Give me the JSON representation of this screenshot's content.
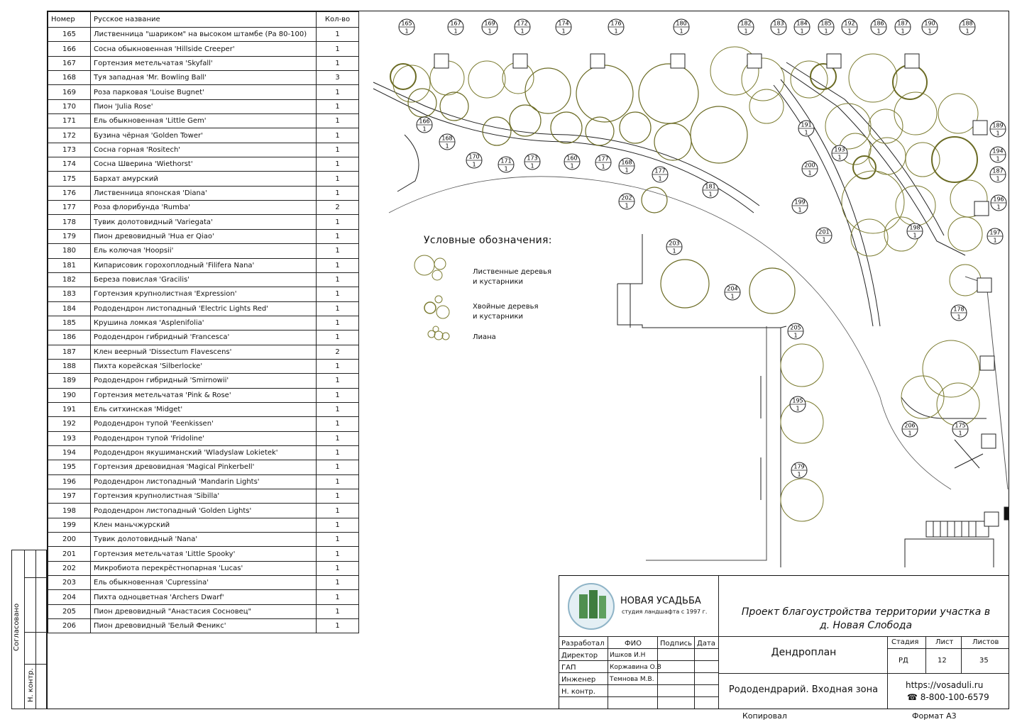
{
  "table": {
    "headers": [
      "Номер",
      "Русское название",
      "Кол-во"
    ],
    "rows": [
      [
        "165",
        "Лиственница \"шариком\" на высоком штамбе (Ра 80-100)",
        "1"
      ],
      [
        "166",
        "Сосна обыкновенная 'Hillside Creeper'",
        "1"
      ],
      [
        "167",
        "Гортензия метельчатая 'Skyfall'",
        "1"
      ],
      [
        "168",
        "Туя западная 'Mr. Bowling Ball'",
        "3"
      ],
      [
        "169",
        "Роза парковая 'Louise Bugnet'",
        "1"
      ],
      [
        "170",
        "Пион 'Julia Rose'",
        "1"
      ],
      [
        "171",
        "Ель обыкновенная 'Little Gem'",
        "1"
      ],
      [
        "172",
        "Бузина чёрная 'Golden Tower'",
        "1"
      ],
      [
        "173",
        "Сосна горная 'Rositech'",
        "1"
      ],
      [
        "174",
        "Сосна Шверина 'Wiethorst'",
        "1"
      ],
      [
        "175",
        "Бархат амурский",
        "1"
      ],
      [
        "176",
        "Лиственница японская 'Diana'",
        "1"
      ],
      [
        "177",
        "Роза флорибунда 'Rumba'",
        "2"
      ],
      [
        "178",
        "Тувик долотовидный 'Variegata'",
        "1"
      ],
      [
        "179",
        "Пион древовидный 'Hua er Qiao'",
        "1"
      ],
      [
        "180",
        "Ель колючая 'Hoopsii'",
        "1"
      ],
      [
        "181",
        "Кипарисовик горохоплодный 'Filifera Nana'",
        "1"
      ],
      [
        "182",
        "Береза повислая 'Gracilis'",
        "1"
      ],
      [
        "183",
        "Гортензия крупнолистная 'Expression'",
        "1"
      ],
      [
        "184",
        "Рододендрон листопадный 'Electric Lights Red'",
        "1"
      ],
      [
        "185",
        "Крушина ломкая 'Asplenifolia'",
        "1"
      ],
      [
        "186",
        "Рододендрон гибридный 'Francesca'",
        "1"
      ],
      [
        "187",
        "Клен веерный 'Dissectum Flavescens'",
        "2"
      ],
      [
        "188",
        "Пихта корейская 'Silberlocke'",
        "1"
      ],
      [
        "189",
        "Рододендрон гибридный 'Smirnowii'",
        "1"
      ],
      [
        "190",
        "Гортензия метельчатая 'Pink & Rose'",
        "1"
      ],
      [
        "191",
        "Ель ситхинская 'Midget'",
        "1"
      ],
      [
        "192",
        "Рододендрон тупой 'Feenkissen'",
        "1"
      ],
      [
        "193",
        "Рододендрон тупой 'Fridoline'",
        "1"
      ],
      [
        "194",
        "Рододендрон якушиманский 'Wladyslaw Lokietek'",
        "1"
      ],
      [
        "195",
        "Гортензия древовидная 'Magical Pinkerbell'",
        "1"
      ],
      [
        "196",
        "Рододендрон листопадный 'Mandarin Lights'",
        "1"
      ],
      [
        "197",
        "Гортензия крупнолистная 'Sibilla'",
        "1"
      ],
      [
        "198",
        "Рододендрон листопадный 'Golden Lights'",
        "1"
      ],
      [
        "199",
        "Клен маньчжурский",
        "1"
      ],
      [
        "200",
        "Тувик долотовидный 'Nana'",
        "1"
      ],
      [
        "201",
        "Гортензия метельчатая 'Little Spooky'",
        "1"
      ],
      [
        "202",
        "Микробиота перекрёстнопарная 'Lucas'",
        "1"
      ],
      [
        "203",
        "Ель обыкновенная 'Cupressina'",
        "1"
      ],
      [
        "204",
        "Пихта одноцветная 'Archers Dwarf'",
        "1"
      ],
      [
        "205",
        "Пион древовидный \"Анастасия Сосновец\"",
        "1"
      ],
      [
        "206",
        "Пион древовидный 'Белый Феникс'",
        "1"
      ]
    ]
  },
  "strip": {
    "label_1": "Согласовано",
    "label_2": "Н. контр."
  },
  "legend": {
    "title": "Условные обозначения:",
    "deciduous": "Лиственные деревья\nи кустарники",
    "conifer": "Хвойные деревья\nи кустарники",
    "liana": "Лиана"
  },
  "plan_tags": [
    "165",
    "167",
    "169",
    "172",
    "174",
    "176",
    "180",
    "182",
    "183",
    "184",
    "185",
    "192",
    "186",
    "187",
    "190",
    "188",
    "166",
    "168",
    "170",
    "171",
    "173",
    "160",
    "177",
    "168",
    "177",
    "181",
    "202",
    "191",
    "193",
    "200",
    "189",
    "194",
    "187",
    "199",
    "196",
    "201",
    "198",
    "197",
    "203",
    "204",
    "178",
    "205",
    "195",
    "206",
    "175",
    "179"
  ],
  "tag_qty": "1",
  "title_block": {
    "company": "НОВАЯ УСАДЬБА",
    "company_sub": "студия ландшафта с 1997 г.",
    "project": "Проект благоустройства территории участка в\nд. Новая Слобода",
    "sheet_title": "Дендроплан",
    "section_title": "Рододендрарий. Входная зона",
    "col_headers": [
      "Разработал",
      "ФИО",
      "Подпись",
      "Дата"
    ],
    "people": [
      [
        "Директор",
        "Ишков И.Н"
      ],
      [
        "ГАП",
        "Коржавина О.В"
      ],
      [
        "Инженер",
        "Темнова М.В."
      ],
      [
        "Н. контр.",
        ""
      ]
    ],
    "stage_headers": [
      "Стадия",
      "Лист",
      "Листов"
    ],
    "stage_values": [
      "РД",
      "12",
      "35"
    ],
    "website": "https://vosaduli.ru",
    "phone": "☎ 8-800-100-6579",
    "copied": "Копировал",
    "format": "Формат А3"
  },
  "colors": {
    "plant": "#7a7a2e",
    "line": "#222222"
  }
}
